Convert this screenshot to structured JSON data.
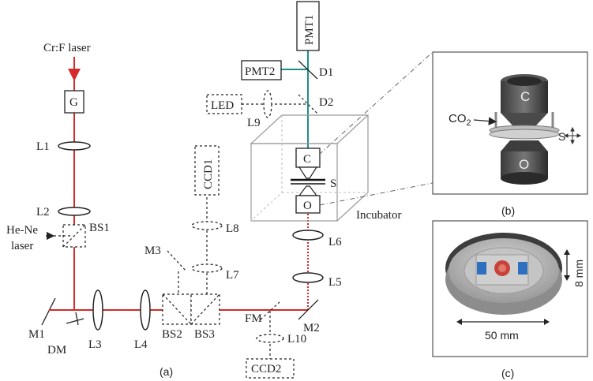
{
  "labels": {
    "crf_laser": "Cr:F laser",
    "g": "G",
    "l1": "L1",
    "l2": "L2",
    "bs1": "BS1",
    "he_ne": "He-Ne",
    "laser": "laser",
    "m1": "M1",
    "dm": "DM",
    "l3": "L3",
    "l4": "L4",
    "m3": "M3",
    "bs2": "BS2",
    "bs3": "BS3",
    "l7": "L7",
    "l8": "L8",
    "ccd1": "CCD1",
    "fm": "FM",
    "m2": "M2",
    "l10": "L10",
    "ccd2": "CCD2",
    "l5": "L5",
    "l6": "L6",
    "c": "C",
    "s": "S",
    "o": "O",
    "incubator": "Incubator",
    "led": "LED",
    "l9": "L9",
    "d2": "D2",
    "pmt2": "PMT2",
    "d1": "D1",
    "pmt1": "PMT1",
    "co2_main": "CO",
    "co2_sub": "2",
    "inset_c": "C",
    "inset_o": "O",
    "inset_s": "S",
    "dim_height": "8 mm",
    "dim_width": "50 mm"
  },
  "captions": {
    "a": "(a)",
    "b": "(b)",
    "c": "(c)"
  },
  "colors": {
    "laser_beam": "#d42a2a",
    "fluorescence_beam": "#1f8f85",
    "sample_blue": "#2f6fc0",
    "sample_red": "#c8423a"
  }
}
